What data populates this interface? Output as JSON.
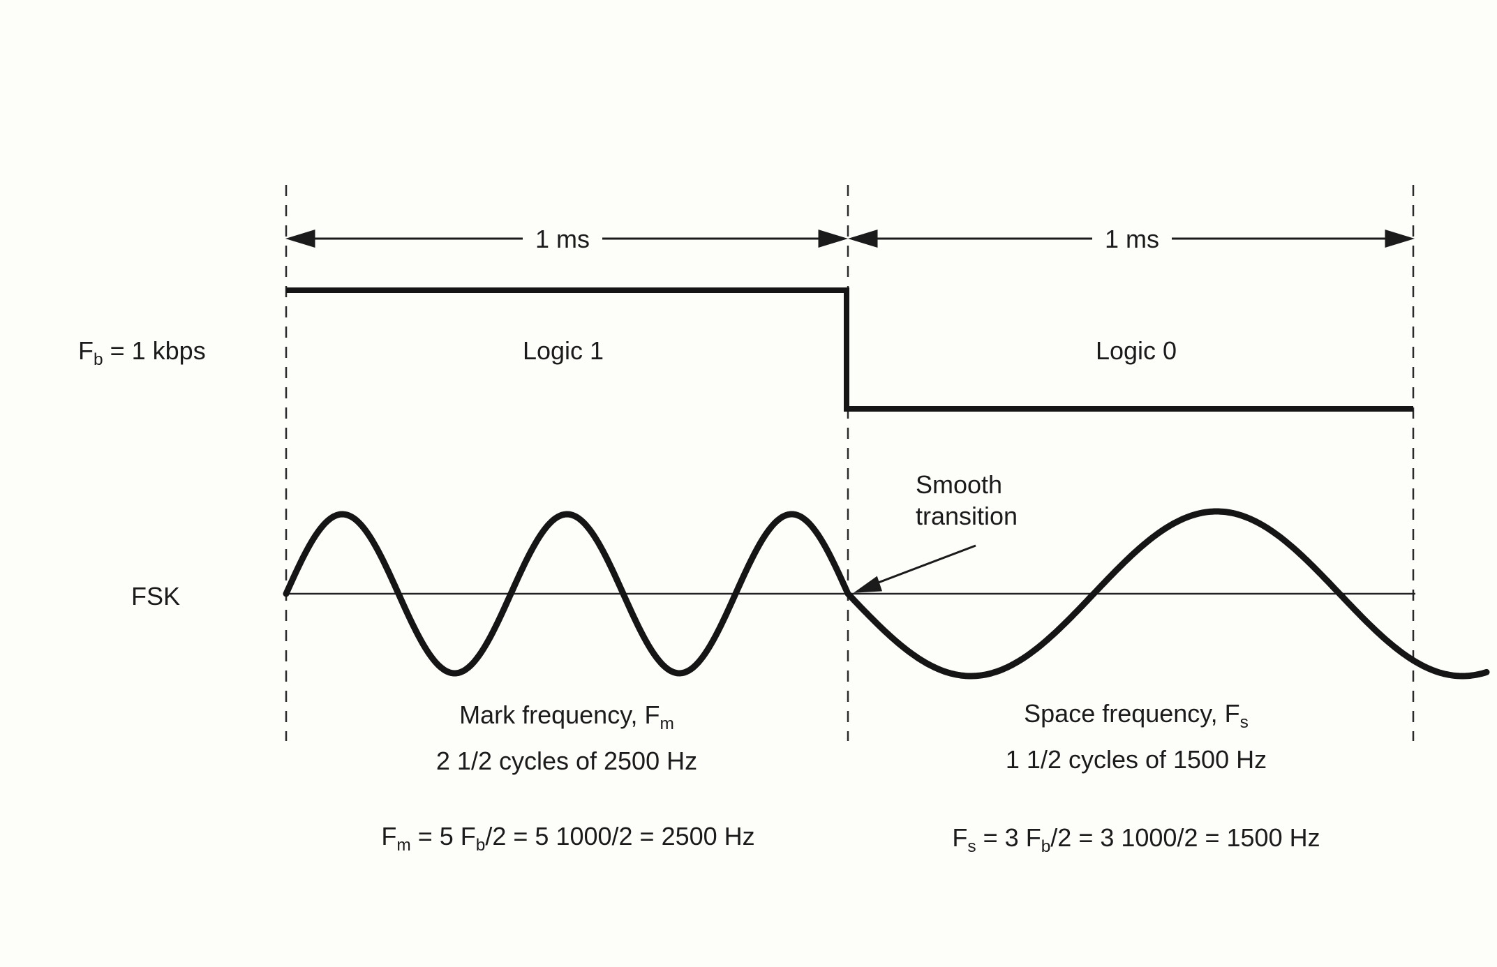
{
  "diagram": {
    "bit_rate_label": "F_b = 1 kbps",
    "fsk_label": "FSK",
    "intervals": [
      {
        "duration": "1 ms",
        "logic": "Logic 1"
      },
      {
        "duration": "1 ms",
        "logic": "Logic 0"
      }
    ],
    "annotation": {
      "line1": "Smooth",
      "line2": "transition"
    },
    "mark": {
      "caption_line1": "Mark frequency, F_m",
      "caption_line2": "2 1/2 cycles of 2500 Hz",
      "formula": "F_m = 5 F_b/2 = 5 1000/2 = 2500 Hz"
    },
    "space": {
      "caption_line1": "Space frequency, F_s",
      "caption_line2": "1 1/2 cycles of 1500 Hz",
      "formula": "F_s = 3 F_b/2 = 3 1000/2 = 1500 Hz"
    },
    "waveform": {
      "mark_frequency_hz": 2500,
      "space_frequency_hz": 1500,
      "bit_rate_kbps": 1,
      "mark_cycles_drawn": 2.5,
      "space_cycles_drawn": 1.15
    },
    "colors": {
      "ink": "#1b1b1b",
      "background": "#fdfdfa"
    }
  }
}
